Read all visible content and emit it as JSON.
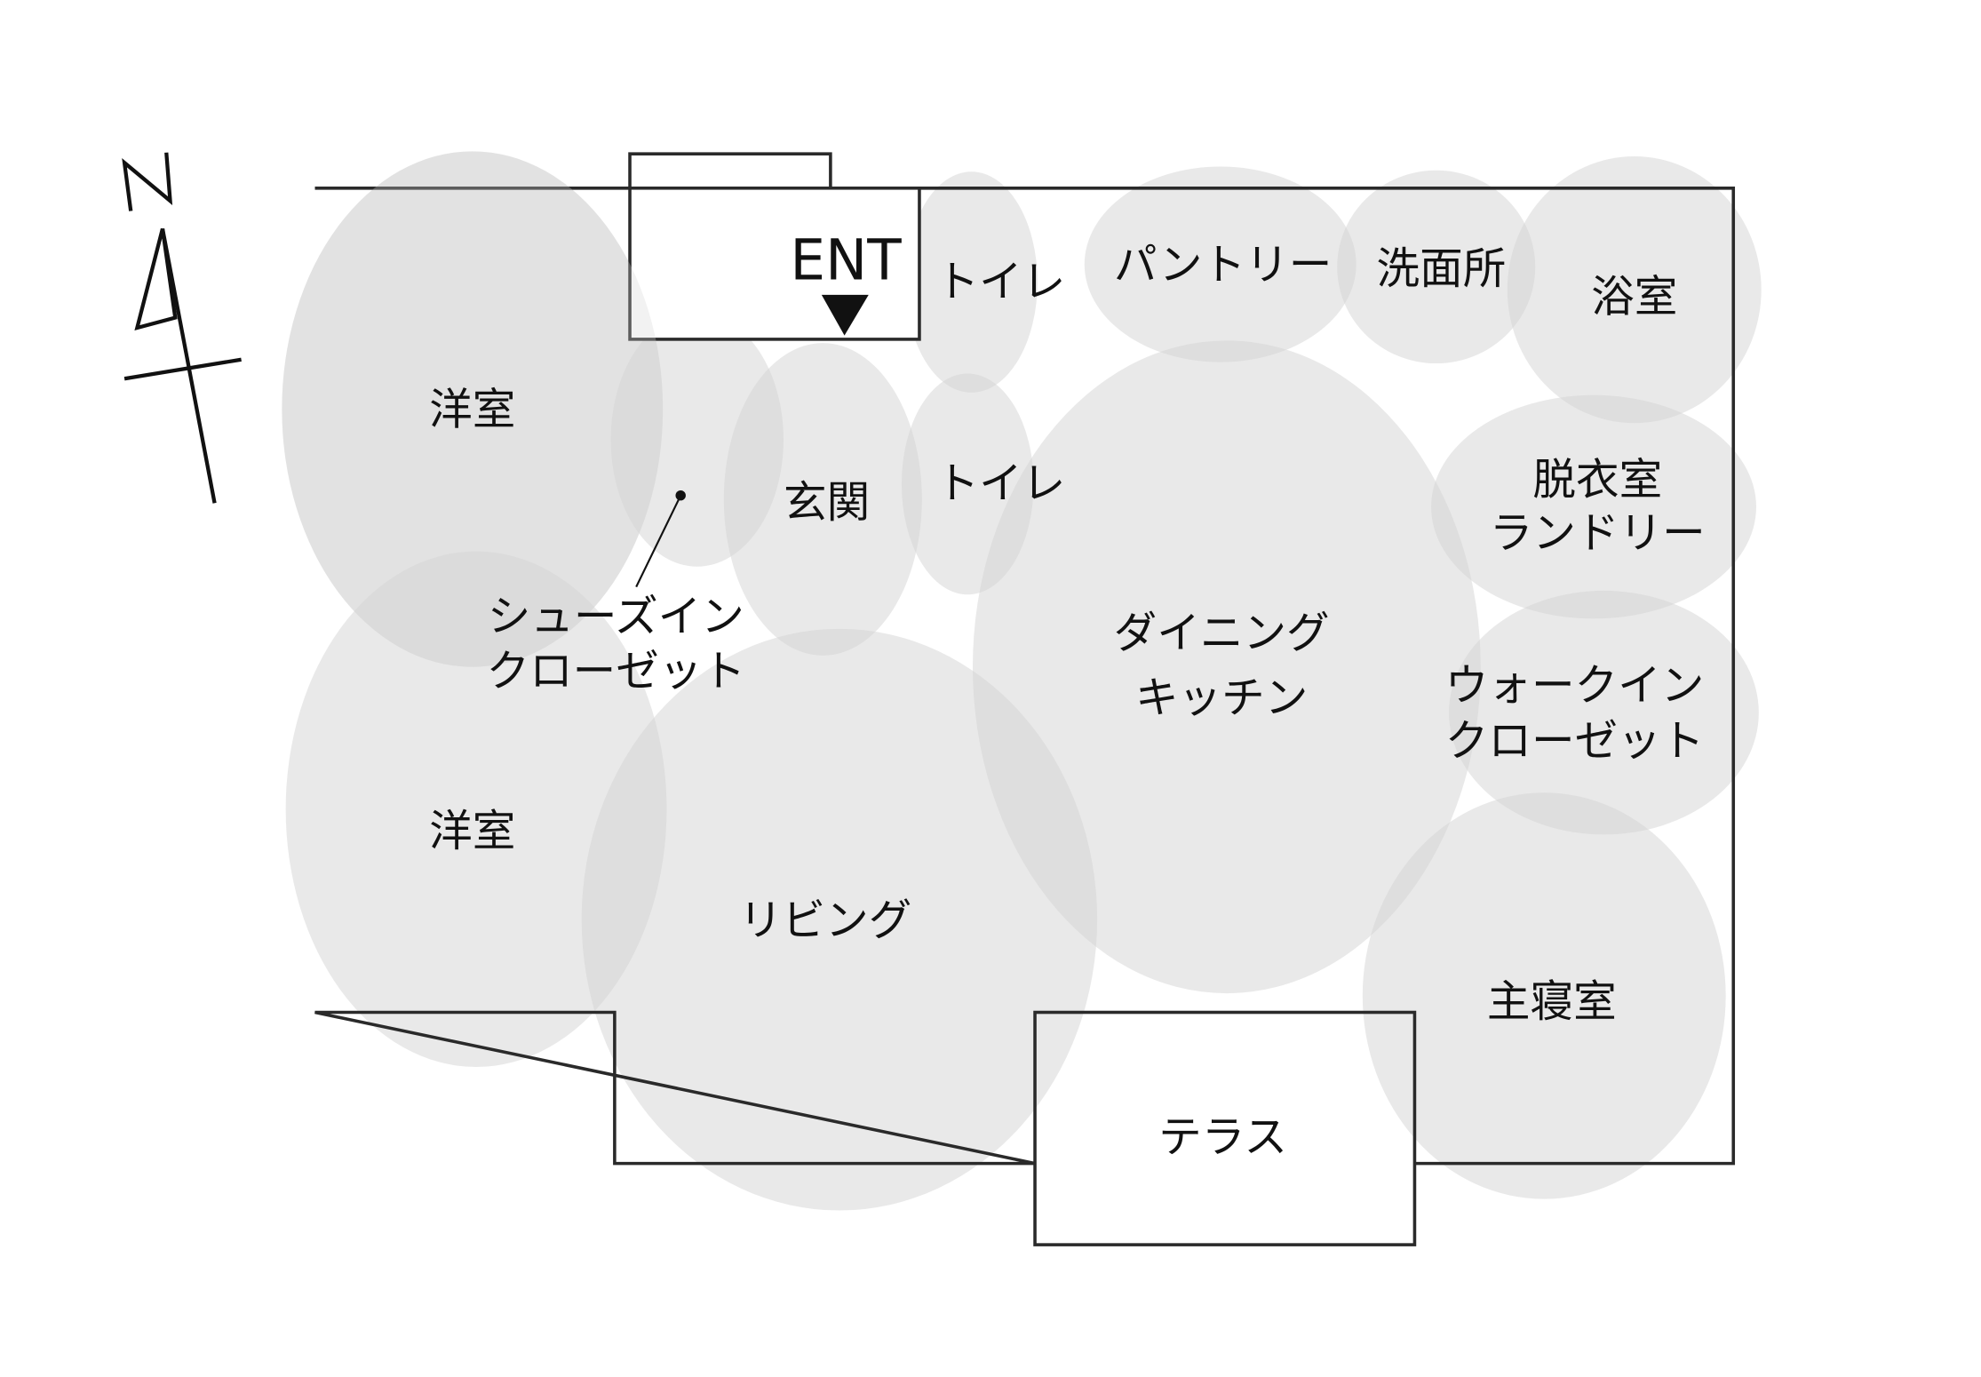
{
  "plan": {
    "entrance_label": "ENT",
    "rooms": {
      "western_room_1": "洋室",
      "western_room_2": "洋室",
      "shoe_closet": [
        "シューズイン",
        "クローゼット"
      ],
      "genkan": "玄関",
      "toilet_1": "トイレ",
      "toilet_2": "トイレ",
      "pantry": "パントリー",
      "washroom": "洗面所",
      "bathroom": "浴室",
      "dressing_laundry": [
        "脱衣室",
        "ランドリー"
      ],
      "walk_in_closet": [
        "ウォークイン",
        "クローゼット"
      ],
      "dining_kitchen": [
        "ダイニング",
        "キッチン"
      ],
      "living": "リビング",
      "master_bedroom": "主寝室",
      "terrace": "テラス"
    },
    "compass_label": "N"
  }
}
